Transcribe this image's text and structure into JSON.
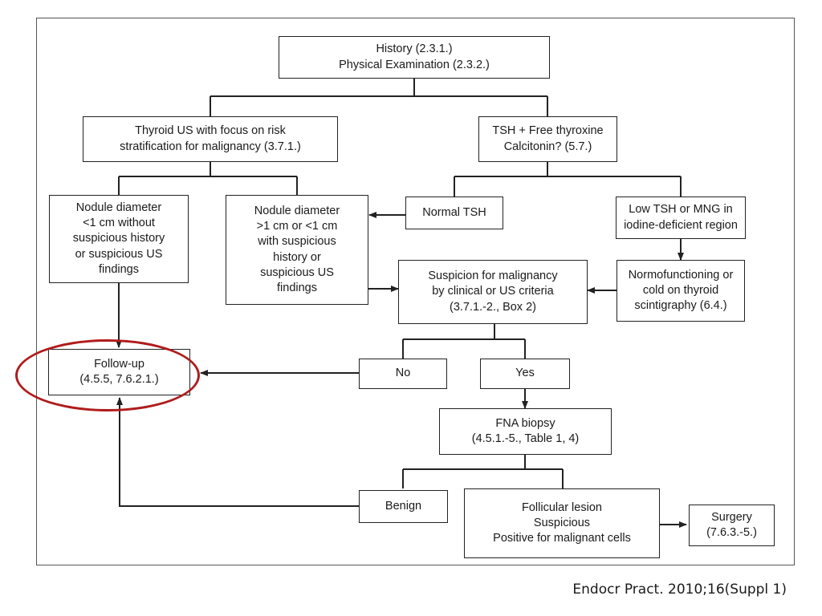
{
  "nodes": {
    "history": "History (2.3.1.)\nPhysical Examination (2.3.2.)",
    "thyroid_us": "Thyroid US with focus on risk\nstratification for malignancy (3.7.1.)",
    "tsh": "TSH + Free thyroxine\nCalcitonin? (5.7.)",
    "nodule_small": "Nodule diameter\n<1 cm without\nsuspicious history\nor suspicious US\nfindings",
    "nodule_large": "Nodule diameter\n>1 cm or <1 cm\nwith suspicious\nhistory or\nsuspicious US\nfindings",
    "normal_tsh": "Normal TSH",
    "low_tsh": "Low TSH or MNG in\niodine-deficient region",
    "suspicion": "Suspicion for malignancy\nby clinical or US criteria\n(3.7.1.-2., Box 2)",
    "normofunctioning": "Normofunctioning or\ncold on thyroid\nscintigraphy (6.4.)",
    "followup": "Follow-up\n(4.5.5, 7.6.2.1.)",
    "no": "No",
    "yes": "Yes",
    "fna": "FNA biopsy\n(4.5.1.-5., Table 1, 4)",
    "benign": "Benign",
    "follicular": "Follicular lesion\nSuspicious\nPositive for malignant cells",
    "surgery": "Surgery\n(7.6.3.-5.)"
  },
  "highlight_color": "#b01c1c",
  "citation": "Endocr Pract. 2010;16(Suppl 1)"
}
